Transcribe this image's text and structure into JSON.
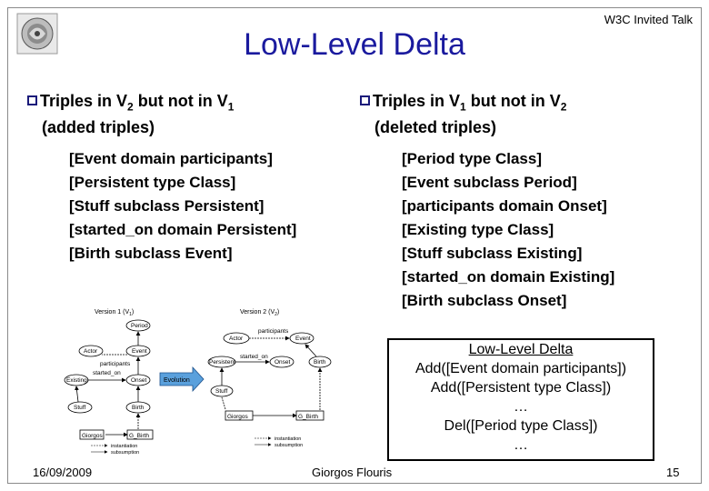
{
  "header_tag": "W3C Invited Talk",
  "title": "Low-Level Delta",
  "left_column": {
    "heading_line1_pre": "Triples in V",
    "heading_sub_a": "2",
    "heading_line1_mid": " but not in V",
    "heading_sub_b": "1",
    "heading_line2": "(added triples)",
    "items": [
      "[Event domain participants]",
      "[Persistent type Class]",
      "[Stuff subclass Persistent]",
      "[started_on domain Persistent]",
      "[Birth subclass Event]"
    ]
  },
  "right_column": {
    "heading_line1_pre": "Triples in V",
    "heading_sub_a": "1",
    "heading_line1_mid": " but not in V",
    "heading_sub_b": "2",
    "heading_line2": "(deleted triples)",
    "items": [
      "[Period type Class]",
      "[Event subclass Period]",
      "[participants domain Onset]",
      "[Existing type Class]",
      "[Stuff subclass Existing]",
      "[started_on domain Existing]",
      "[Birth subclass Onset]"
    ]
  },
  "delta_box": {
    "heading": "Low-Level Delta",
    "lines": [
      "Add([Event domain participants])",
      "Add([Persistent type Class])",
      "…",
      "Del([Period type Class])",
      "…"
    ]
  },
  "diagram": {
    "v1_title": "Version 1 (V",
    "v1_sub": "1",
    "v2_title": "Version 2 (V",
    "v2_sub": "2",
    "close_paren": ")",
    "evolution_label": "Evolution",
    "v1": {
      "period": "Period",
      "actor": "Actor",
      "event": "Event",
      "participants": "participants",
      "existing": "Existing",
      "started_on": "started_on",
      "onset": "Onset",
      "stuff": "Stuff",
      "birth": "Birth",
      "giorgos": "Giorgos",
      "g_birth": "G_Birth"
    },
    "v2": {
      "actor": "Actor",
      "participants": "participants",
      "event": "Event",
      "persistent": "Persistent",
      "started_on": "started_on",
      "onset": "Onset",
      "birth": "Birth",
      "stuff": "Stuff",
      "giorgos": "Giorgos",
      "g_birth": "G_Birth"
    },
    "legend_instantiation": "instantiation",
    "legend_subsumption": "subsumption",
    "colors": {
      "evolution_fill": "#5aa0dc",
      "node_stroke": "#000000"
    }
  },
  "footer": {
    "date": "16/09/2009",
    "author": "Giorgos Flouris",
    "page": "15"
  },
  "colors": {
    "title": "#1a1a9e",
    "frame": "#8a8a8a"
  }
}
